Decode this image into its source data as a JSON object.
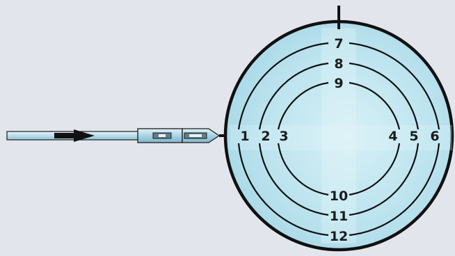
{
  "labels": {
    "horizontal": [
      "1",
      "2",
      "3",
      "4",
      "5",
      "6"
    ],
    "top": [
      "7",
      "8",
      "9"
    ],
    "bottom": [
      "10",
      "11",
      "12"
    ]
  },
  "colors": {
    "background": "#e3e5ed",
    "target_fill": "#b5e0ec",
    "stroke": "#111111",
    "probe_fill": "#c9e6f1"
  },
  "icons": {
    "arrow": "right-arrow-icon"
  }
}
